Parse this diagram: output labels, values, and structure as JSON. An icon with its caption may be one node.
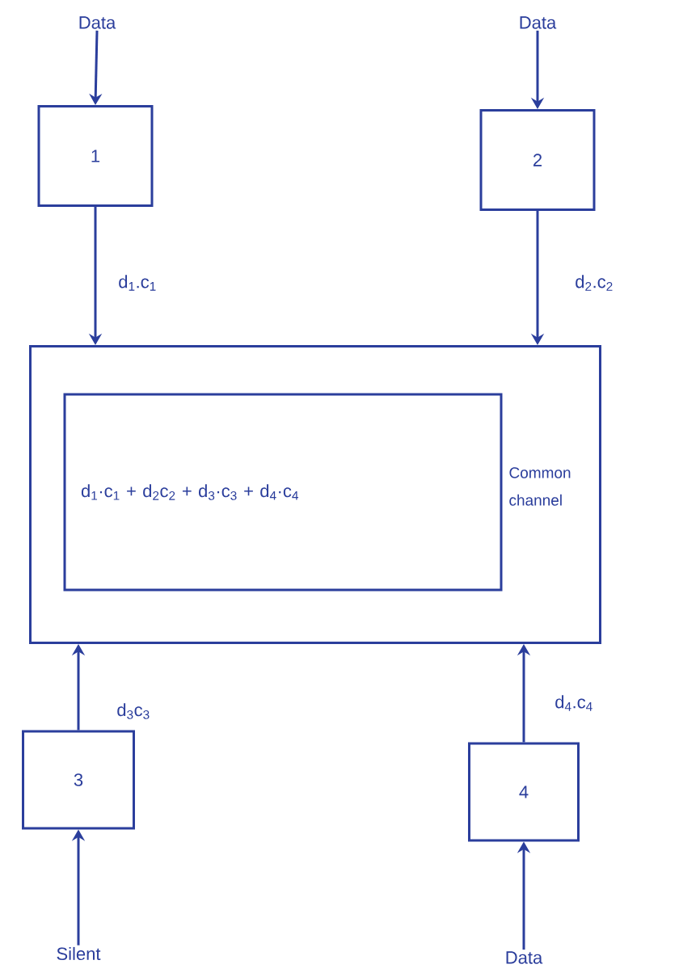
{
  "diagram": {
    "nodes": [
      {
        "text": [
          "Data"
        ]
      },
      {
        "text": [
          "Data"
        ]
      },
      {
        "text": [
          "1"
        ]
      },
      {
        "text": [
          "2"
        ]
      },
      {
        "text": [
          "Common channel"
        ]
      },
      {
        "text": [
          "d$_{1}$·c$_{1}$ + d$_{2}$c$_{2}$ + d$_{3}$·c$_{3}$ + d$_{4}$·c$_{4}$"
        ],
        "in": 4
      },
      {
        "text": [
          "3"
        ]
      },
      {
        "text": [
          "4"
        ]
      },
      {
        "text": [
          "Silent"
        ]
      },
      {
        "text": [
          "Data"
        ]
      }
    ],
    "edges": [
      {
        "from": 0,
        "to": 2,
        "arrow": "to"
      },
      {
        "from": 1,
        "to": 3,
        "arrow": "to"
      },
      {
        "from": 2,
        "to": 4,
        "arrow": "to",
        "label": "d$_{1}$.c$_{1}$"
      },
      {
        "from": 3,
        "to": 4,
        "arrow": "to",
        "label": "d$_{2}$.c$_{2}$"
      },
      {
        "from": 6,
        "to": 4,
        "arrow": "to",
        "label": "d$_{3}$c$_{3}$"
      },
      {
        "from": 7,
        "to": 4,
        "arrow": "to",
        "label": "d$_{4}$.c$_{4}$"
      },
      {
        "from": 8,
        "to": 6,
        "arrow": "to"
      },
      {
        "from": 9,
        "to": 7,
        "arrow": "to"
      }
    ]
  }
}
